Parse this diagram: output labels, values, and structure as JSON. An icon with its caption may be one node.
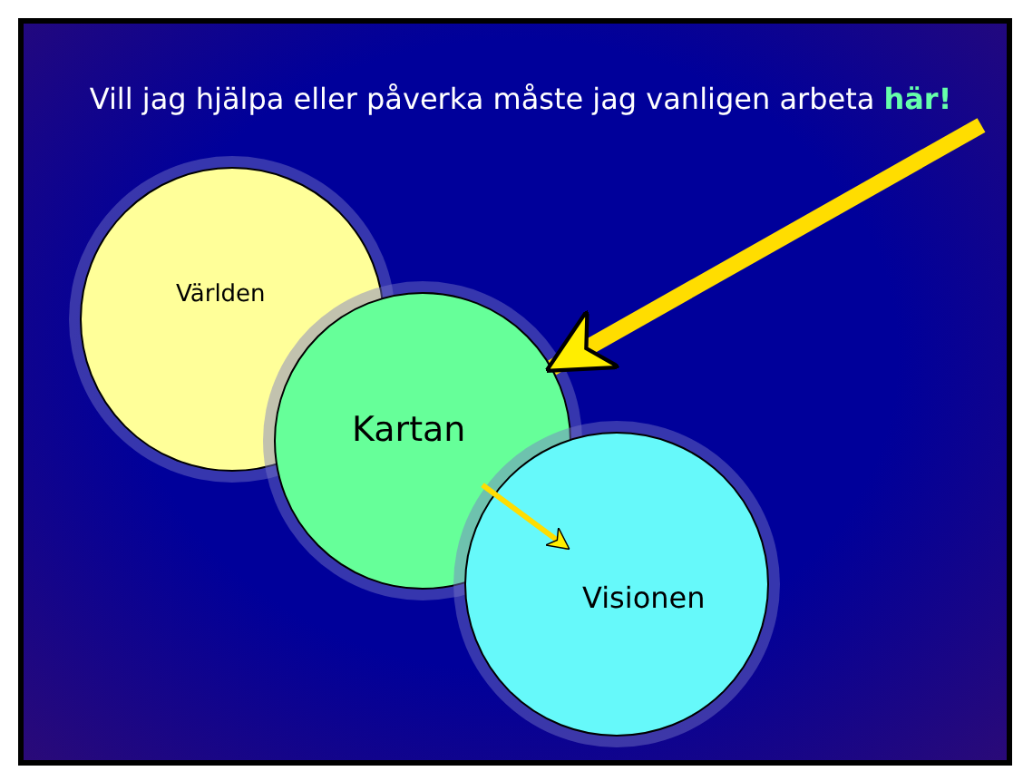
{
  "diagram": {
    "nodes": [
      {
        "text": [
          "Vill jag hjälpa eller påverka måste jag vanligen arbeta **här!**"
        ]
      },
      {
        "text": [
          "Världen"
        ]
      },
      {
        "text": [
          "Kartan"
        ]
      },
      {
        "text": [
          "Visionen"
        ]
      }
    ],
    "edges": [
      {
        "from": 0,
        "to": 2,
        "arrow": "to",
        "style": "thick"
      },
      {
        "from": 2,
        "to": 3,
        "arrow": "to"
      }
    ]
  }
}
